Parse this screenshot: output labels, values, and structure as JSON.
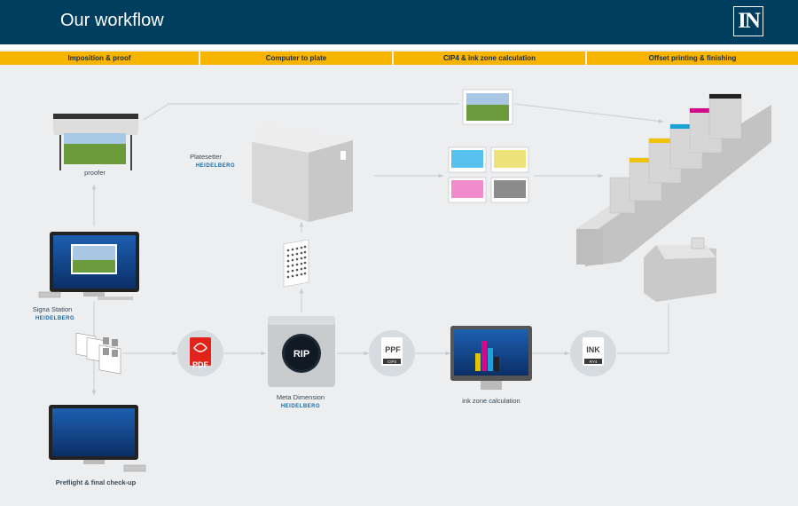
{
  "header": {
    "title": "Our workflow",
    "logo_text": "IN",
    "bg_color": "#003e5f"
  },
  "steps": [
    {
      "label": "Imposition & proof"
    },
    {
      "label": "Computer to plate"
    },
    {
      "label": "CIP4 & ink zone calculation"
    },
    {
      "label": "Offset printing & finishing"
    }
  ],
  "accent_color": "#f7b400",
  "nodes": {
    "proofer": {
      "label": "proofer"
    },
    "signa": {
      "label": "Signa Station",
      "brand": "HEIDELBERG"
    },
    "preflight": {
      "label": "Preflight & final check-up"
    },
    "platesetter": {
      "label": "Platesetter",
      "brand": "HEIDELBERG"
    },
    "rip": {
      "label": "Meta Dimension",
      "brand": "HEIDELBERG",
      "icon_text": "RIP"
    },
    "pdf": {
      "icon_text": "PDF"
    },
    "ppf": {
      "icon_text": "PPF",
      "sub": "CIP3"
    },
    "inkzone": {
      "label": "ink zone calculation"
    },
    "ink": {
      "icon_text": "INK",
      "sub": "RY4"
    }
  }
}
